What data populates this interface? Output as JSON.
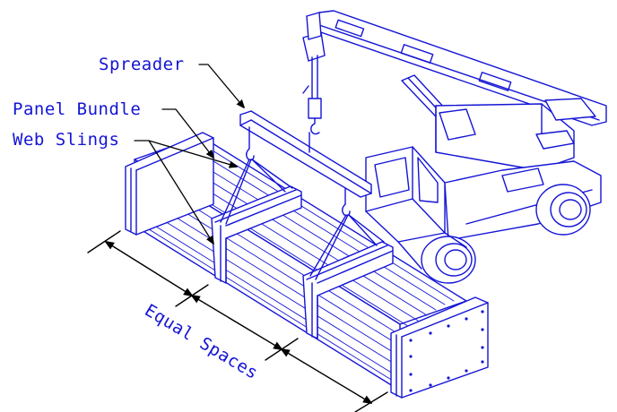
{
  "labels": {
    "spreader": "Spreader",
    "panel_bundle": "Panel Bundle",
    "web_slings": "Web Slings",
    "equal_spaces": "Equal Spaces"
  },
  "colors": {
    "line": "#1414d6",
    "dimension": "#000000",
    "background": "#ffffff"
  }
}
